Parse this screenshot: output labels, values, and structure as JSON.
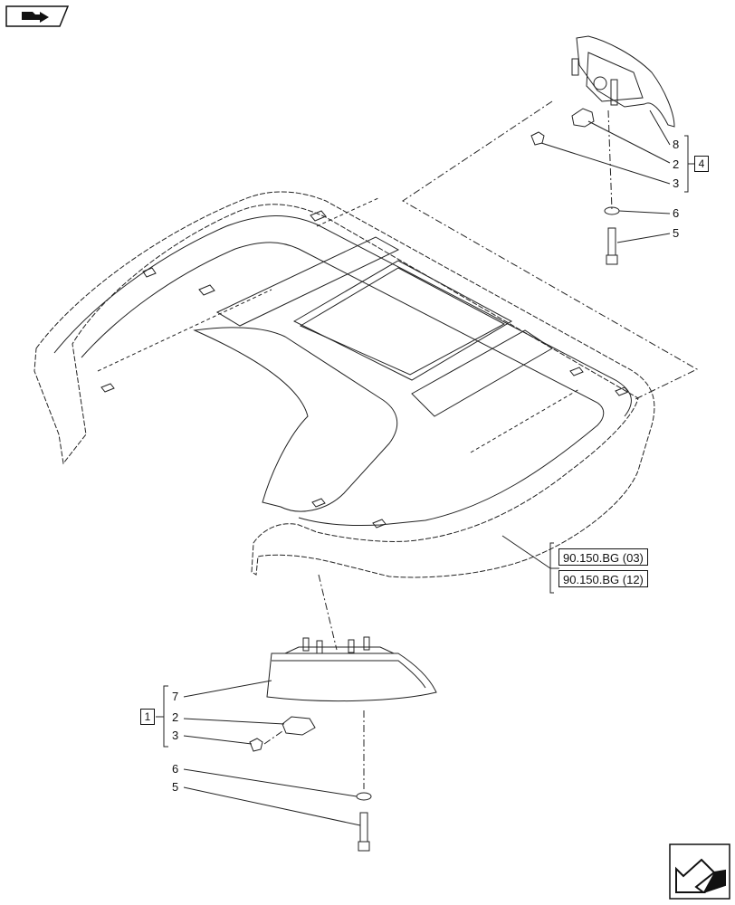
{
  "top_group": {
    "box_label": "4",
    "items": [
      {
        "id": "lamp",
        "label": "8"
      },
      {
        "id": "bulb",
        "label": "2"
      },
      {
        "id": "cap",
        "label": "3"
      },
      {
        "id": "washer",
        "label": "6"
      },
      {
        "id": "screw",
        "label": "5"
      }
    ]
  },
  "bottom_group": {
    "box_label": "1",
    "items": [
      {
        "id": "lamp",
        "label": "7"
      },
      {
        "id": "bulb",
        "label": "2"
      },
      {
        "id": "cap",
        "label": "3"
      },
      {
        "id": "washer",
        "label": "6"
      },
      {
        "id": "screw",
        "label": "5"
      }
    ]
  },
  "references": [
    "90.150.BG (03)",
    "90.150.BG (12)"
  ],
  "icons": {
    "top_left": "previous-page-icon",
    "bottom_right": "next-page-icon"
  }
}
